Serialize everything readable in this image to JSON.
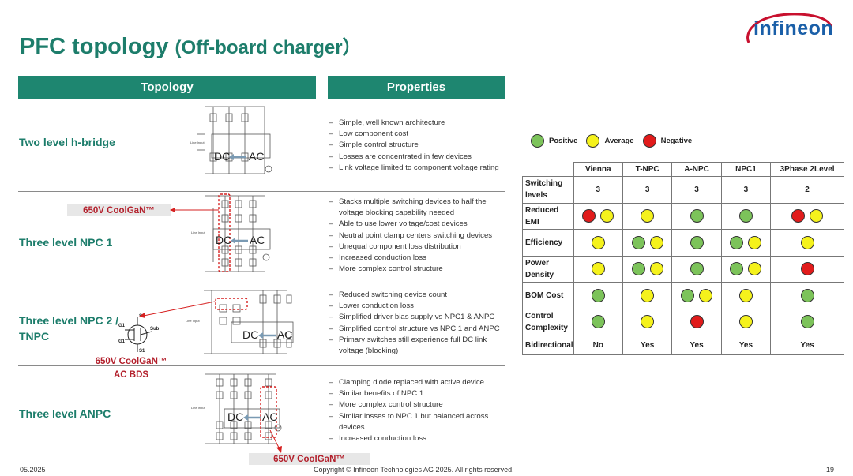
{
  "title": {
    "main": "PFC topology ",
    "sub": "(Off-board charger）"
  },
  "logo": {
    "text": "infineon"
  },
  "headers": {
    "topology": "Topology",
    "properties": "Properties"
  },
  "rows": [
    {
      "label": "Two level h-bridge",
      "dc": "DC",
      "ac": "AC",
      "properties": [
        "Simple, well known architecture",
        "Low component cost",
        "Simple control structure",
        "Losses are concentrated in few devices",
        "Link voltage limited to component voltage rating"
      ]
    },
    {
      "label": "Three level NPC 1",
      "dc": "DC",
      "ac": "AC",
      "properties": [
        "Stacks multiple switching devices to half the voltage blocking capability needed",
        "Able to use lower voltage/cost devices",
        "Neutral point clamp centers switching devices",
        "Unequal component loss distribution",
        "Increased conduction loss",
        "More complex control structure"
      ]
    },
    {
      "label": "Three level NPC 2 / TNPC",
      "dc": "DC",
      "ac": "AC",
      "properties": [
        "Reduced switching device count",
        "Lower conduction loss",
        "Simplified driver bias supply vs NPC1 & ANPC",
        "Simplified control structure vs NPC 1 and ANPC",
        "Primary switches still experience full DC link voltage (blocking)"
      ]
    },
    {
      "label": "Three level ANPC",
      "dc": "DC",
      "ac": "AC",
      "properties": [
        "Clamping diode replaced with active device",
        "Similar benefits of NPC 1",
        "More complex control structure",
        "Similar losses to NPC 1 but balanced across devices",
        "Increased conduction loss"
      ]
    }
  ],
  "gan_labels": {
    "npc1": "650V CoolGaN™",
    "tnpc_line1": "650V CoolGaN™",
    "tnpc_line2": "AC BDS",
    "anpc": "650V CoolGaN™"
  },
  "bds_symbol": {
    "s2": "S2",
    "s1": "S1",
    "g1": "G1",
    "g2": "G1",
    "sub": "Sub"
  },
  "legend": [
    {
      "color": "g",
      "label": "Positive"
    },
    {
      "color": "y",
      "label": "Average"
    },
    {
      "color": "r",
      "label": "Negative"
    }
  ],
  "comparison": {
    "columns": [
      "Vienna",
      "T-NPC",
      "A-NPC",
      "NPC1",
      "3Phase 2Level"
    ],
    "rows": [
      {
        "label": "Switching levels",
        "values": [
          "3",
          "3",
          "3",
          "3",
          "2"
        ]
      },
      {
        "label": "Reduced EMI",
        "values": [
          [
            "r",
            "y"
          ],
          [
            "y"
          ],
          [
            "g"
          ],
          [
            "g"
          ],
          [
            "r",
            "y"
          ]
        ]
      },
      {
        "label": "Efficiency",
        "values": [
          [
            "y"
          ],
          [
            "g",
            "y"
          ],
          [
            "g"
          ],
          [
            "g",
            "y"
          ],
          [
            "y"
          ]
        ]
      },
      {
        "label": "Power Density",
        "values": [
          [
            "y"
          ],
          [
            "g",
            "y"
          ],
          [
            "g"
          ],
          [
            "g",
            "y"
          ],
          [
            "r"
          ]
        ]
      },
      {
        "label": "BOM Cost",
        "values": [
          [
            "g"
          ],
          [
            "y"
          ],
          [
            "g",
            "y"
          ],
          [
            "y"
          ],
          [
            "g"
          ]
        ]
      },
      {
        "label": "Control Complexity",
        "values": [
          [
            "g"
          ],
          [
            "y"
          ],
          [
            "r"
          ],
          [
            "y"
          ],
          [
            "g"
          ]
        ]
      },
      {
        "label": "Bidirectional",
        "values": [
          "No",
          "Yes",
          "Yes",
          "Yes",
          "Yes"
        ]
      }
    ]
  },
  "footer": {
    "date": "05.2025",
    "copyright": "Copyright © Infineon Technologies AG 2025. All rights reserved.",
    "page": "19"
  }
}
